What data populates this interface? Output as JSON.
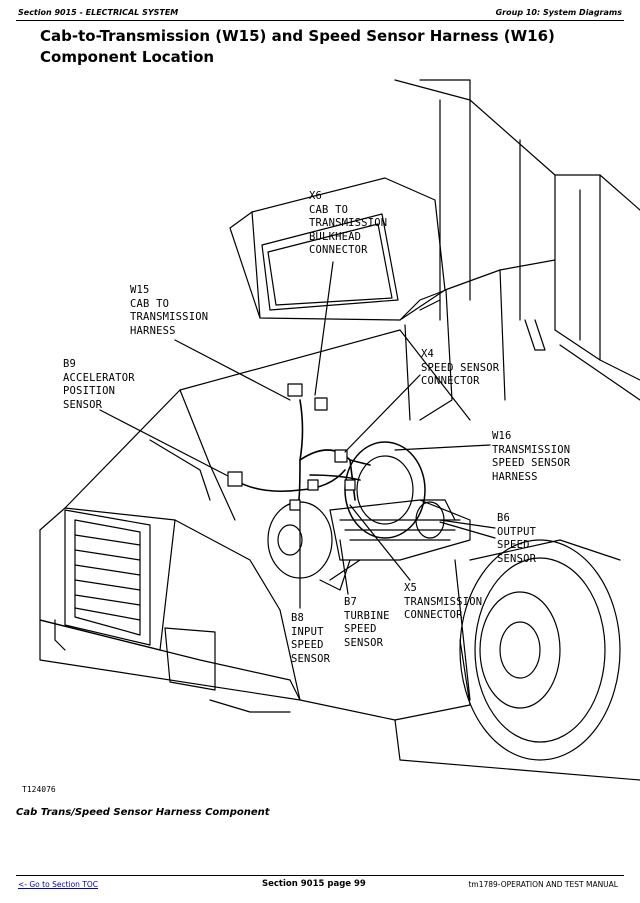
{
  "header": {
    "section": "Section 9015 - ELECTRICAL SYSTEM",
    "group": "Group 10: System Diagrams"
  },
  "title": {
    "line1": "Cab-to-Transmission (W15) and Speed Sensor Harness (W16)",
    "line2": "Component Location"
  },
  "figure": {
    "labels": {
      "x6": "X6\nCAB TO\nTRANSMISSION\nBULKHEAD\nCONNECTOR",
      "w15": "W15\nCAB TO\nTRANSMISSION\nHARNESS",
      "b9": "B9\nACCELERATOR\nPOSITION\nSENSOR",
      "x4": "X4\nSPEED SENSOR\nCONNECTOR",
      "w16": "W16\nTRANSMISSION\nSPEED SENSOR\nHARNESS",
      "b6": "B6\nOUTPUT\nSPEED\nSENSOR",
      "x5": "X5\nTRANSMISSION\nCONNECTOR",
      "b7": "B7\nTURBINE\nSPEED\nSENSOR",
      "b8": "B8\nINPUT\nSPEED\nSENSOR"
    },
    "figure_id": "T124076",
    "caption": "Cab Trans/Speed Sensor Harness Component"
  },
  "footer": {
    "toc_link": "<- Go to Section TOC",
    "page": "Section 9015 page 99",
    "manual": "tm1789-OPERATION AND TEST MANUAL"
  }
}
